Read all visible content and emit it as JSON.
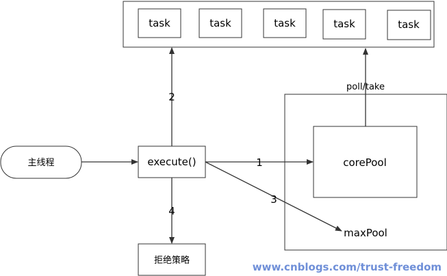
{
  "task_queue": {
    "tasks": [
      "task",
      "task",
      "task",
      "task",
      "task"
    ]
  },
  "main_thread": {
    "label": "主线程"
  },
  "execute": {
    "label": "execute()"
  },
  "reject_policy": {
    "label": "拒绝策略"
  },
  "pool": {
    "core_label": "corePool",
    "max_label": "maxPool",
    "poll_take_label": "poll/take"
  },
  "steps": {
    "to_core": "1",
    "to_queue": "2",
    "to_max": "3",
    "to_reject": "4"
  },
  "watermark": {
    "text": "www.cnblogs.com/trust-freedom"
  },
  "colors": {
    "stroke": "#222222",
    "watermark": "#6f8fd8"
  }
}
